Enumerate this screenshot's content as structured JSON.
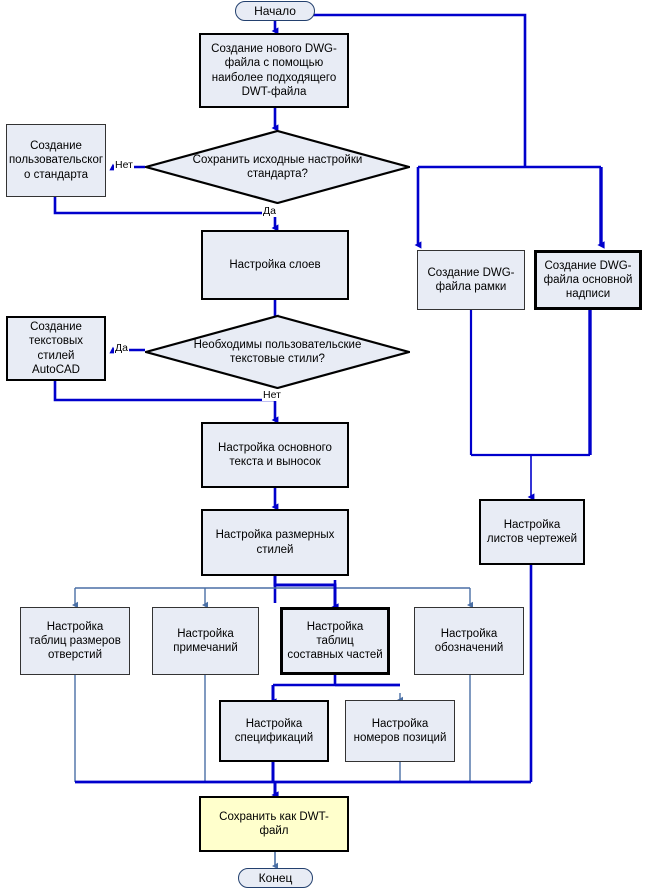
{
  "diagram": {
    "title": "Flowchart: Создание DWT-файла AutoCAD",
    "colors": {
      "box_fill": "#E8ECF5",
      "save_fill": "#FFFFCC",
      "box_border": "#000000",
      "edge_primary": "#0000CC",
      "edge_secondary": "#4A6FA5",
      "text": "#000000"
    }
  },
  "nodes": {
    "start": {
      "label": "Начало",
      "shape": "terminator"
    },
    "create_dwg": {
      "label": "Создание нового DWG-\nфайла с помощью\nнаиболее подходящего\nDWT-файла",
      "shape": "process"
    },
    "keep_std": {
      "label": "Сохранить исходные настройки\nстандарта?",
      "shape": "decision"
    },
    "create_user_std": {
      "label": "Создание\nпользовательског\nо стандарта",
      "shape": "process"
    },
    "layers": {
      "label": "Настройка слоев",
      "shape": "process"
    },
    "need_text_styles": {
      "label": "Необходимы пользовательские\nтекстовые стили?",
      "shape": "decision"
    },
    "create_text_styles": {
      "label": "Создание\nтекстовых стилей\nAutoCAD",
      "shape": "process"
    },
    "main_text": {
      "label": "Настройка основного\nтекста и выносок",
      "shape": "process"
    },
    "dim_styles": {
      "label": "Настройка размерных\nстилей",
      "shape": "process"
    },
    "hole_tables": {
      "label": "Настройка\nтаблиц размеров\nотверстий",
      "shape": "process"
    },
    "notes": {
      "label": "Настройка\nпримечаний",
      "shape": "process"
    },
    "part_tables": {
      "label": "Настройка\nтаблиц\nсоставных частей",
      "shape": "process"
    },
    "symbols": {
      "label": "Настройка\nобозначений",
      "shape": "process"
    },
    "specs": {
      "label": "Настройка\nспецификаций",
      "shape": "process"
    },
    "balloons": {
      "label": "Настройка\nномеров позиций",
      "shape": "process"
    },
    "frame_dwg": {
      "label": "Создание DWG-\nфайла рамки",
      "shape": "process"
    },
    "titleblock_dwg": {
      "label": "Создание DWG-\nфайла основной\nнадписи",
      "shape": "process"
    },
    "sheets": {
      "label": "Настройка\nлистов чертежей",
      "shape": "process"
    },
    "save_dwt": {
      "label": "Сохранить как DWT-\nфайл",
      "shape": "process"
    },
    "end": {
      "label": "Конец",
      "shape": "terminator"
    }
  },
  "edge_labels": {
    "keep_std_no": "Нет",
    "keep_std_yes": "Да",
    "text_styles_yes": "Да",
    "text_styles_no": "Нет"
  }
}
